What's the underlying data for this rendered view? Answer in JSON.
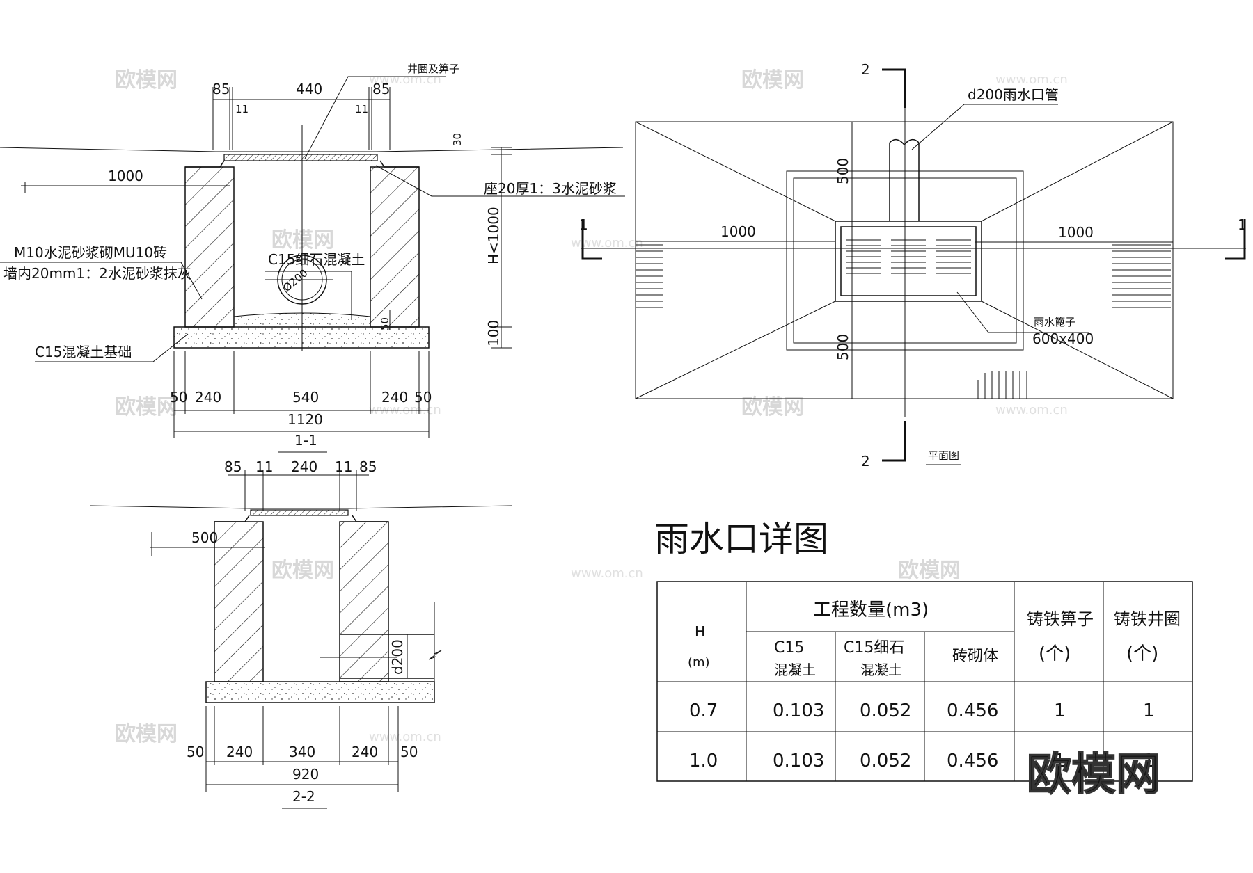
{
  "title": "雨水口详图",
  "section11": {
    "label": "1-1",
    "top_dims": [
      "85",
      "440",
      "85"
    ],
    "sub_dims": [
      "11",
      "11"
    ],
    "grate_label": "井圈及箅子",
    "dim_30": "30",
    "mortar_label": "座20厚1：3水泥砂浆",
    "dim_1000": "1000",
    "height_label": "H<1000",
    "wall_label_1": "M10水泥砂浆砌MU10砖",
    "wall_label_2": "墙内20mm1：2水泥砂浆抹灰",
    "concrete_label": "C15细石混凝土",
    "pipe_label": "Ø200",
    "dim_50": "50",
    "dim_100": "100",
    "base_label": "C15混凝土基础",
    "bottom_dims": [
      "50",
      "240",
      "540",
      "240",
      "50"
    ],
    "total_dim": "1120"
  },
  "section22": {
    "label": "2-2",
    "top_dims": [
      "85",
      "11",
      "240",
      "11",
      "85"
    ],
    "dim_500": "500",
    "pipe_label": "d200",
    "bottom_dims": [
      "50",
      "240",
      "340",
      "240",
      "50"
    ],
    "total_dim": "920"
  },
  "plan": {
    "label": "平面图",
    "pipe_label": "d200雨水口管",
    "grate_label": "雨水篦子",
    "grate_size": "600x400",
    "dims": [
      "1000",
      "1000",
      "500",
      "500"
    ],
    "section_marks": [
      "1",
      "1",
      "2",
      "2"
    ]
  },
  "table": {
    "col_h": "H",
    "col_h_unit": "(m)",
    "group_header": "工程数量(m3)",
    "sub_headers": [
      [
        "C15",
        "混凝土"
      ],
      [
        "C15细石",
        "混凝土"
      ],
      [
        "砖砌体"
      ]
    ],
    "col_grate": [
      "铸铁箅子",
      "(个)"
    ],
    "col_ring": [
      "铸铁井圈",
      "(个)"
    ],
    "rows": [
      [
        "0.7",
        "0.103",
        "0.052",
        "0.456",
        "1",
        "1"
      ],
      [
        "1.0",
        "0.103",
        "0.052",
        "0.456",
        "1",
        "1"
      ]
    ]
  },
  "watermark": {
    "logo_text": "欧模网",
    "url_text": "www.om.cn"
  }
}
